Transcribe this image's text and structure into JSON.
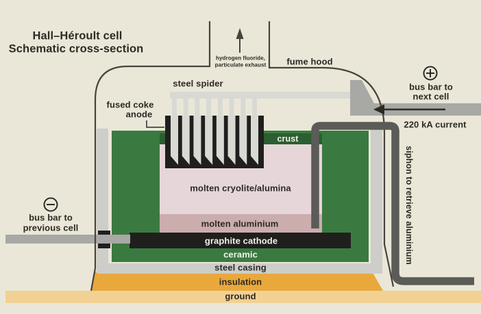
{
  "title": {
    "line1": "Hall–Héroult cell",
    "line2": "Schematic cross-section"
  },
  "labels": {
    "steel_spider": "steel spider",
    "fused_coke": "fused coke",
    "anode": "anode",
    "fume_hood": "fume hood",
    "exhaust_line1": "hydrogen fluoride,",
    "exhaust_line2": "particulate exhaust",
    "bus_next_line1": "bus bar to",
    "bus_next_line2": "next cell",
    "current": "220 kA current",
    "bus_prev_line1": "bus bar to",
    "bus_prev_line2": "previous cell",
    "siphon": "siphon to retrieve aluminium"
  },
  "layers": {
    "crust": "crust",
    "cryolite": "molten cryolite/alumina",
    "aluminium": "molten aluminium",
    "cathode": "graphite cathode",
    "ceramic": "ceramic",
    "casing": "steel casing",
    "insulation": "insulation",
    "ground": "ground"
  },
  "palette": {
    "bg": "#EAE7D8",
    "line": "#45443D",
    "text": "#2B2A24",
    "white_text": "#F2F1EA",
    "ground": "#F2D194",
    "insulation": "#E9A83C",
    "casing": "#CDCDCA",
    "green": "#3A7A40",
    "crust": "#2B5E30",
    "cryolite": "#E7D6D9",
    "aluminium": "#CBADAE",
    "black": "#201F1D",
    "busbar": "#A8A8A5",
    "lightgray": "#D9D9D4",
    "pipe": "#5B5B57"
  }
}
